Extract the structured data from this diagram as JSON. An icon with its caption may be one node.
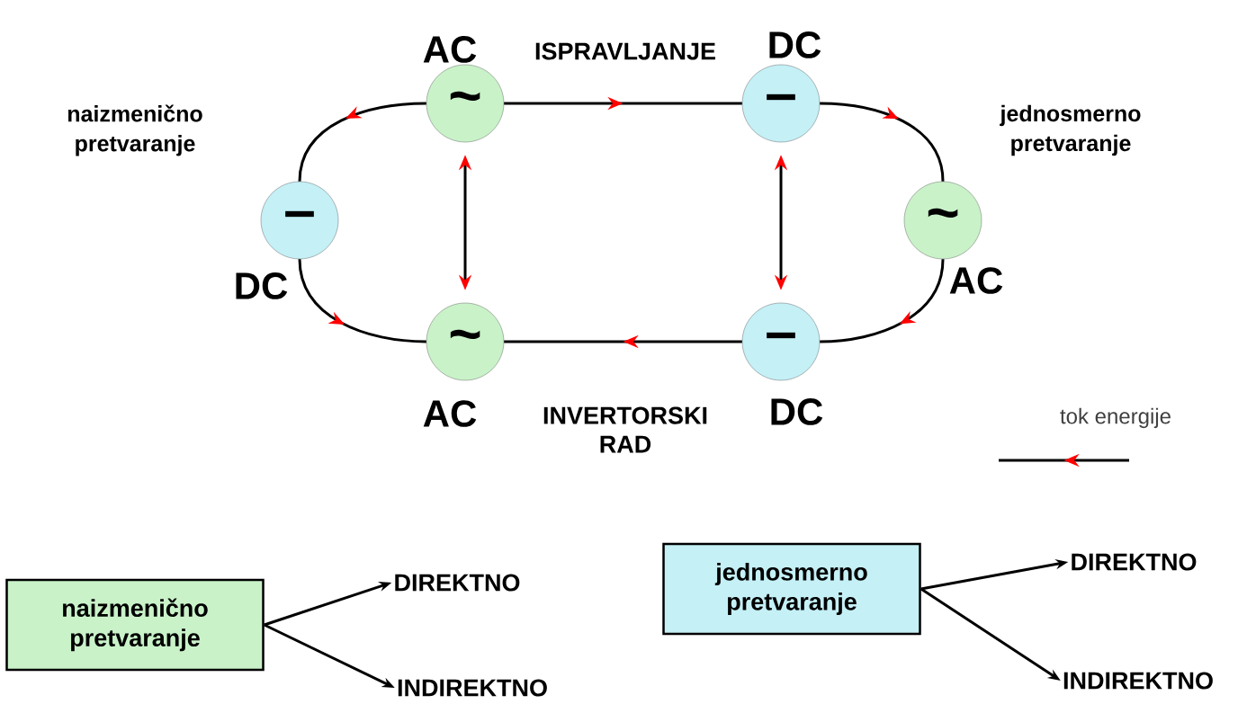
{
  "diagram": {
    "nodes": [
      {
        "text": [
          "~"
        ],
        "beside": [
          "AC"
        ]
      },
      {
        "text": [
          "–"
        ],
        "beside": [
          "DC"
        ]
      },
      {
        "text": [
          "–"
        ],
        "beside": [
          "DC"
        ]
      },
      {
        "text": [
          "~"
        ],
        "beside": [
          "AC"
        ]
      },
      {
        "text": [
          "~"
        ],
        "beside": [
          "AC"
        ]
      },
      {
        "text": [
          "–"
        ],
        "beside": [
          "DC"
        ]
      },
      {
        "text": [
          "naizmenično pretvaranje"
        ]
      },
      {
        "text": [
          "DIREKTNO"
        ]
      },
      {
        "text": [
          "INDIREKTNO"
        ]
      },
      {
        "text": [
          "jednosmerno pretvaranje"
        ]
      },
      {
        "text": [
          "DIREKTNO"
        ]
      },
      {
        "text": [
          "INDIREKTNO"
        ]
      }
    ],
    "edges": [
      {
        "from": 0,
        "to": 1,
        "arrow": "to",
        "label": "ISPRAVLJANJE"
      },
      {
        "from": 5,
        "to": 4,
        "arrow": "to",
        "label": "INVERTORSKI RAD"
      },
      {
        "from": 0,
        "to": 4,
        "arrow": "both"
      },
      {
        "from": 1,
        "to": 5,
        "arrow": "both"
      },
      {
        "from": 0,
        "to": 2,
        "arrow": "to"
      },
      {
        "from": 2,
        "to": 4,
        "arrow": "to"
      },
      {
        "from": 1,
        "to": 3,
        "arrow": "to"
      },
      {
        "from": 3,
        "to": 5,
        "arrow": "to"
      },
      {
        "from": 6,
        "to": 7,
        "arrow": "to"
      },
      {
        "from": 6,
        "to": 8,
        "arrow": "to"
      },
      {
        "from": 9,
        "to": 10,
        "arrow": "to"
      },
      {
        "from": 9,
        "to": 11,
        "arrow": "to"
      }
    ],
    "labels": [
      "naizmenično pretvaranje",
      "jednosmerno pretvaranje"
    ],
    "legend": [
      {
        "text": "tok energije"
      }
    ]
  }
}
